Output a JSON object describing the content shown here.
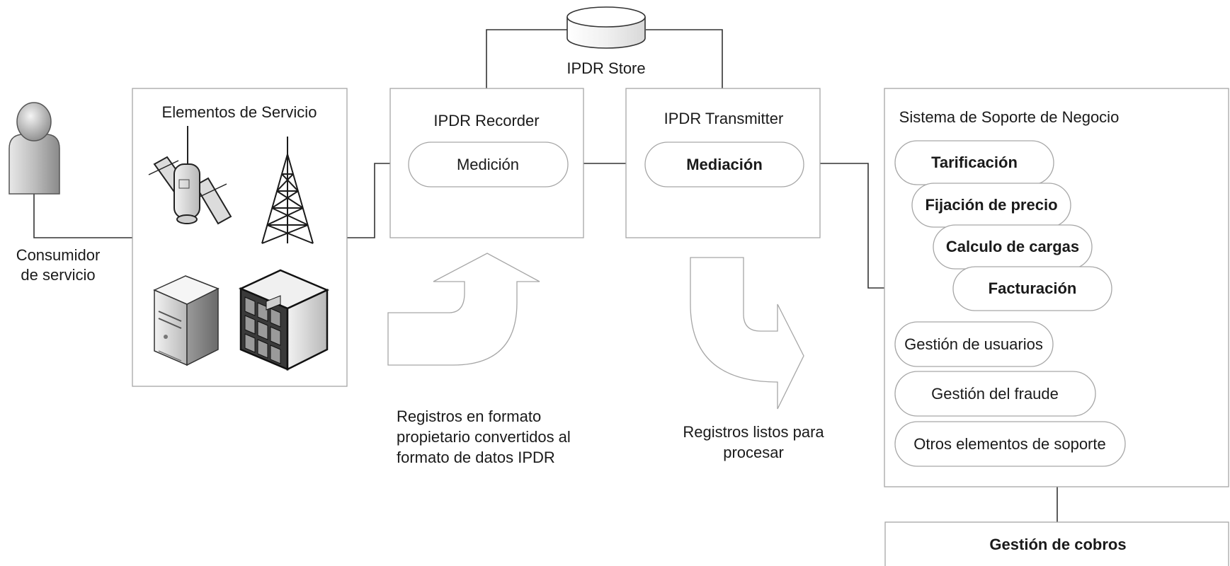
{
  "consumer": {
    "label_line1": "Consumidor",
    "label_line2": "de servicio"
  },
  "service_elements": {
    "title": "Elementos de Servicio"
  },
  "ipdr_store": {
    "label": "IPDR Store"
  },
  "recorder": {
    "title": "IPDR Recorder",
    "pill": "Medición"
  },
  "transmitter": {
    "title": "IPDR Transmitter",
    "pill": "Mediación"
  },
  "bss": {
    "title": "Sistema de Soporte de Negocio",
    "stacked": [
      "Tarificación",
      "Fijación de precio",
      "Calculo de cargas",
      "Facturación"
    ],
    "support": [
      "Gestión de usuarios",
      "Gestión del fraude",
      "Otros elementos de soporte"
    ]
  },
  "collections": {
    "label": "Gestión de cobros"
  },
  "notes": {
    "conversion": [
      "Registros en formato",
      "propietario convertidos al",
      "formato de datos IPDR"
    ],
    "ready": [
      "Registros listos para",
      "procesar"
    ]
  },
  "icons": [
    "person-icon",
    "satellite-icon",
    "radio-tower-icon",
    "server-tower-icon",
    "rack-server-icon",
    "database-icon"
  ]
}
